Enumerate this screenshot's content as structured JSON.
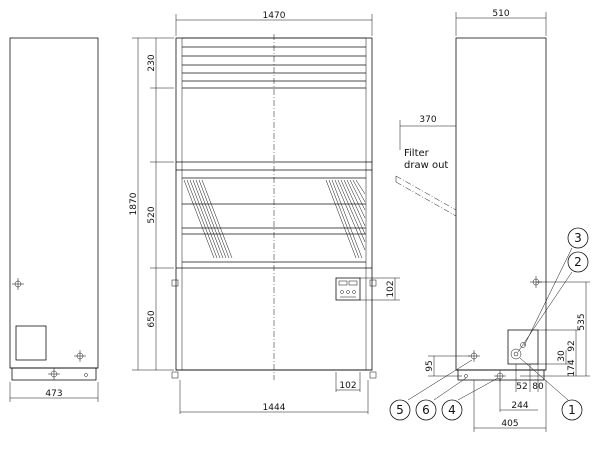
{
  "left_view": {
    "dim_width": "473"
  },
  "front_view": {
    "dim_top_width": "1470",
    "dim_bottom_width": "1444",
    "dim_total_height": "1870",
    "dim_upper_section": "230",
    "dim_middle_section": "520",
    "dim_lower_section": "650",
    "dim_panel_height": "102",
    "dim_panel_width": "102"
  },
  "right_view": {
    "dim_top_width": "510",
    "dim_filter_pull": "370",
    "filter_label_line1": "Filter",
    "filter_label_line2": "draw out",
    "dim_535": "535",
    "dim_92": "92",
    "dim_30": "30",
    "dim_174": "174",
    "dim_95": "95",
    "dim_52": "52",
    "dim_80": "80",
    "dim_244": "244",
    "dim_405": "405"
  },
  "callouts": [
    "1",
    "2",
    "3",
    "4",
    "5",
    "6"
  ]
}
